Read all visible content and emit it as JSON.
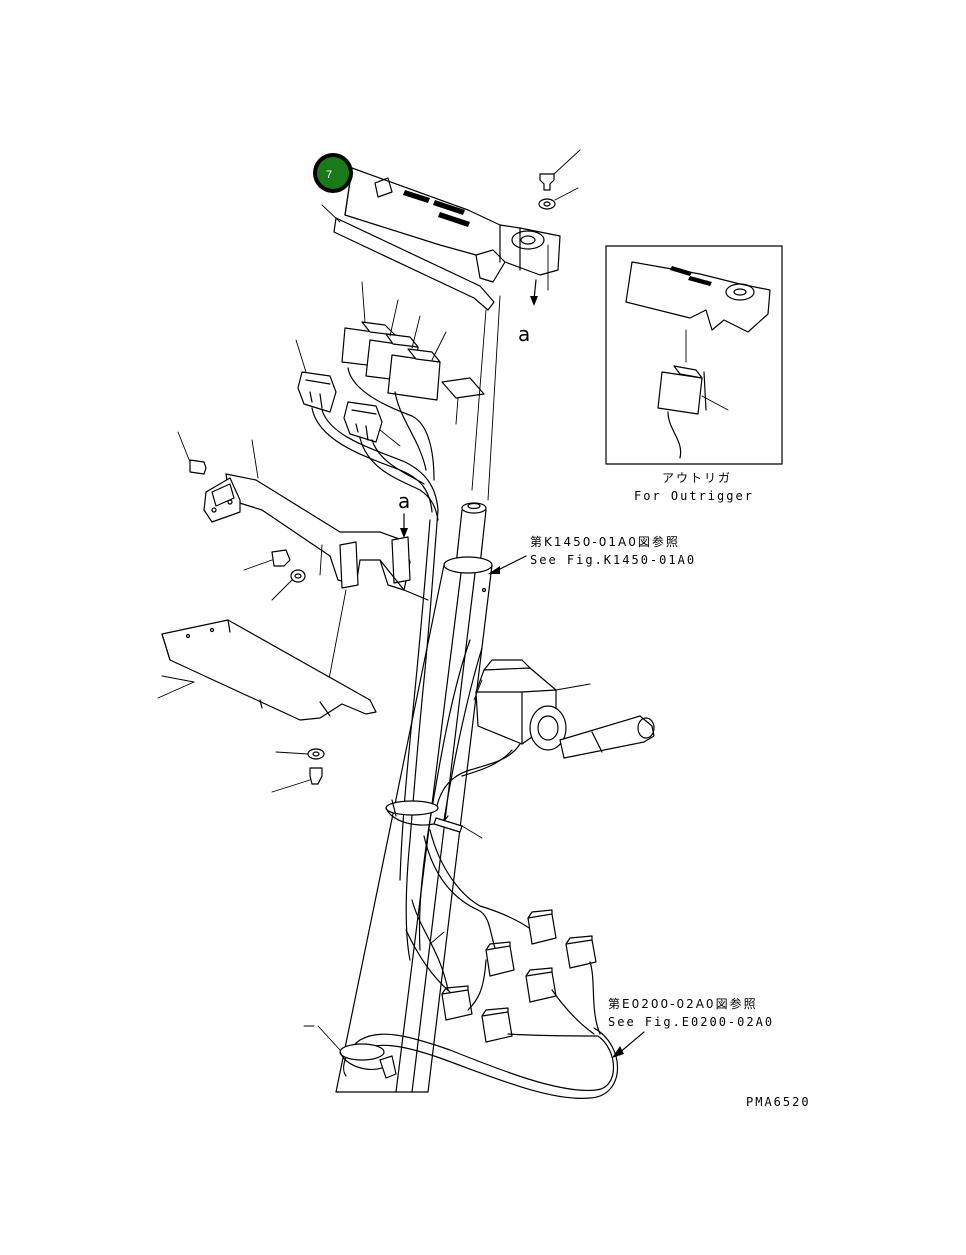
{
  "diagram": {
    "callout_marker": {
      "label": "7",
      "color": "#1a7a1a",
      "ring_color": "#000000"
    },
    "view_letter_top": "a",
    "view_letter_mid": "a",
    "inset": {
      "caption_jp": "アウトリガ",
      "caption_en": "For Outrigger"
    },
    "ref_column": {
      "line_jp": "第K1450-01A0図参照",
      "line_en": "See Fig.K1450-01A0"
    },
    "ref_harness": {
      "line_jp": "第E0200-02A0図参照",
      "line_en": "See Fig.E0200-02A0"
    },
    "drawing_code": "PMA6520"
  }
}
